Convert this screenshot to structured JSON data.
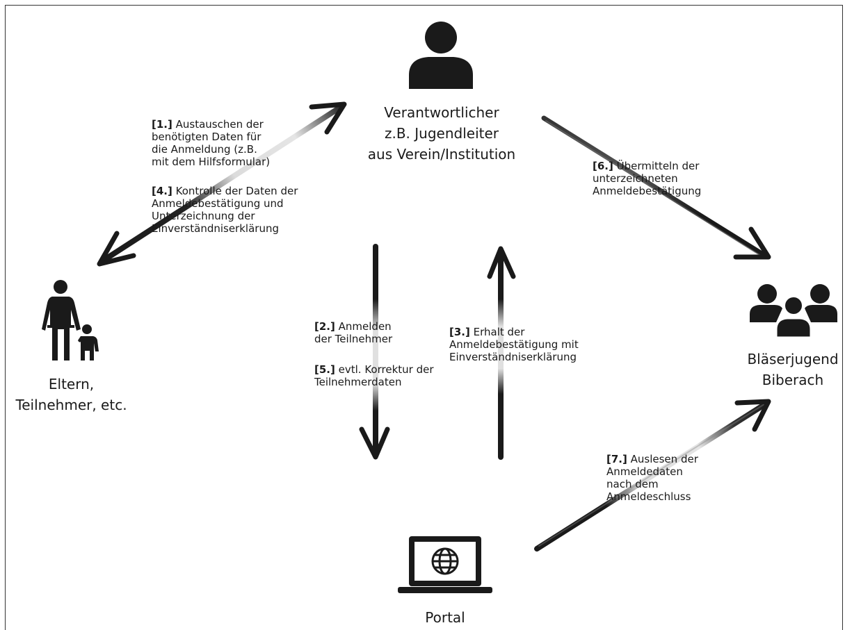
{
  "actors": {
    "responsible": {
      "lines": [
        "Verantwortlicher",
        "z.B. Jugendleiter",
        "aus Verein/Institution"
      ],
      "icon": "person-icon"
    },
    "parents": {
      "lines": [
        "Eltern,",
        "Teilnehmer, etc."
      ],
      "icon": "parent-child-icon"
    },
    "organizer": {
      "lines": [
        "Bläserjugend",
        "Biberach"
      ],
      "icon": "group-icon"
    },
    "portal": {
      "lines": [
        "Portal"
      ],
      "icon": "laptop-globe-icon"
    }
  },
  "steps": {
    "s1": {
      "num": "[1.]",
      "lines": [
        "Austauschen der",
        "benötigten Daten für",
        "die Anmeldung (z.B.",
        "mit dem Hilfsformular)"
      ]
    },
    "s4": {
      "num": "[4.]",
      "lines": [
        "Kontrolle der Daten der",
        "Anmeldebestätigung und",
        "Unterzeichnung der",
        "Einverständniserklärung"
      ]
    },
    "s2": {
      "num": "[2.]",
      "lines": [
        "Anmelden",
        "der Teilnehmer"
      ]
    },
    "s5": {
      "num": "[5.]",
      "lines": [
        "evtl. Korrektur der",
        "Teilnehmerdaten"
      ]
    },
    "s3": {
      "num": "[3.]",
      "lines": [
        "Erhalt der",
        "Anmeldebestätigung mit",
        "Einverständniserklärung"
      ]
    },
    "s6": {
      "num": "[6.]",
      "lines": [
        "Übermitteln der",
        "unterzeichneten",
        "Anmeldebestätigung"
      ]
    },
    "s7": {
      "num": "[7.]",
      "lines": [
        "Auslesen der",
        "Anmeldedaten",
        "nach dem",
        "Anmeldeschluss"
      ]
    }
  },
  "colors": {
    "ink": "#1a1a1a",
    "faded": "#d9d9d9"
  }
}
